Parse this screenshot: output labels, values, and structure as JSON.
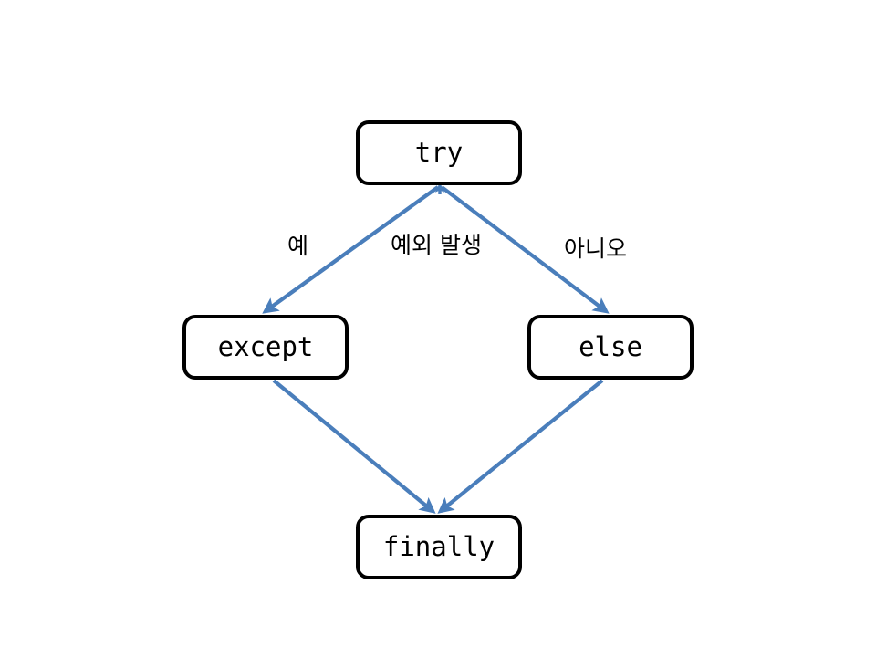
{
  "diagram": {
    "type": "flowchart",
    "background_color": "#ffffff",
    "node_border_color": "#000000",
    "node_fill_color": "#ffffff",
    "arrow_color": "#4a7ebb",
    "nodes": [
      {
        "id": "try",
        "label": "try"
      },
      {
        "id": "except",
        "label": "except"
      },
      {
        "id": "else",
        "label": "else"
      },
      {
        "id": "finally",
        "label": "finally"
      }
    ],
    "edges": [
      {
        "from": "try",
        "to": "except",
        "label": "예"
      },
      {
        "from": "try",
        "to": "else",
        "label": "아니오"
      },
      {
        "from": "except",
        "to": "finally",
        "label": ""
      },
      {
        "from": "else",
        "to": "finally",
        "label": ""
      }
    ],
    "annotations": [
      {
        "id": "exception-raised",
        "label": "예외 발생"
      }
    ]
  }
}
